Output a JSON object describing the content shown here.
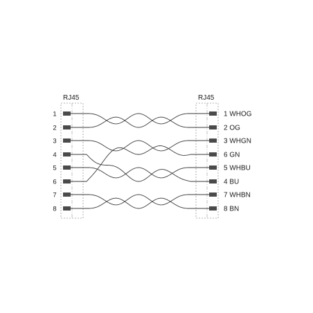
{
  "left_connector": {
    "label": "RJ45",
    "pins": [
      "1",
      "2",
      "3",
      "4",
      "5",
      "6",
      "7",
      "8"
    ]
  },
  "right_connector": {
    "label": "RJ45",
    "pins": [
      {
        "num": "1",
        "color": "WHOG"
      },
      {
        "num": "2",
        "color": "OG"
      },
      {
        "num": "3",
        "color": "WHGN"
      },
      {
        "num": "6",
        "color": "GN"
      },
      {
        "num": "5",
        "color": "WHBU"
      },
      {
        "num": "4",
        "color": "BU"
      },
      {
        "num": "7",
        "color": "WHBN"
      },
      {
        "num": "8",
        "color": "BN"
      }
    ]
  },
  "pairs": [
    {
      "left_rows": [
        0,
        1
      ],
      "right_rows": [
        0,
        1
      ]
    },
    {
      "left_rows": [
        2,
        5
      ],
      "right_rows": [
        2,
        3
      ]
    },
    {
      "left_rows": [
        4,
        3
      ],
      "right_rows": [
        4,
        5
      ]
    },
    {
      "left_rows": [
        6,
        7
      ],
      "right_rows": [
        6,
        7
      ]
    }
  ],
  "colors": {
    "wire": "#3a3a3a",
    "pin": "#4a4a4a",
    "frame": "#9a9a9a",
    "text": "#1a1a1a"
  }
}
